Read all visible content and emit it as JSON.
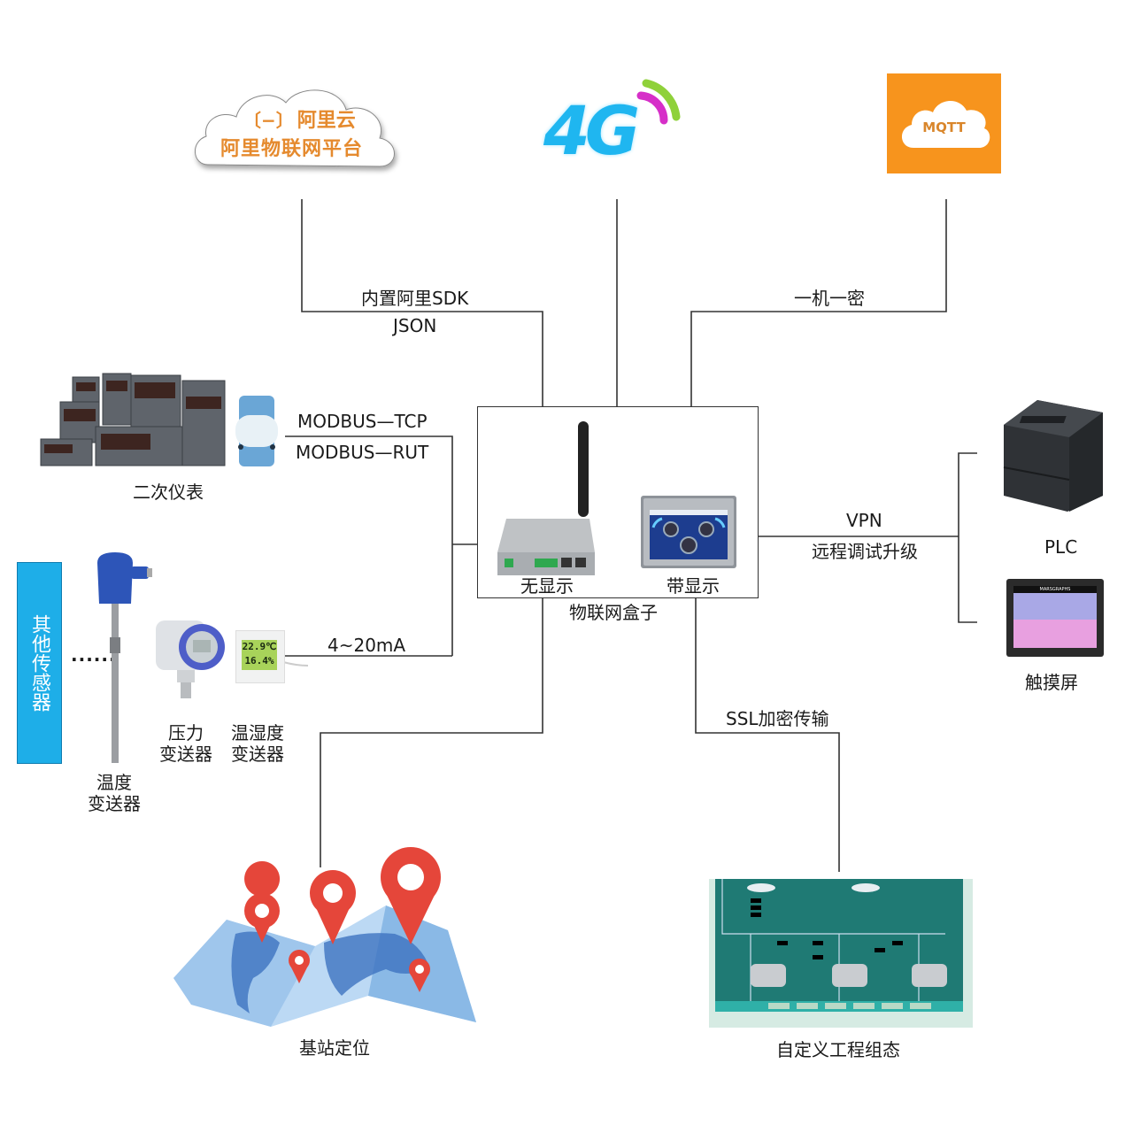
{
  "title": "物联网盒子系统拓扑图",
  "top_services": {
    "aliyun": {
      "brand": "阿里云",
      "brand_icon": "aliyun-bracket-logo",
      "platform": "阿里物联网平台"
    },
    "network": {
      "label": "4G",
      "icon": "4g-signal-icon"
    },
    "mqtt": {
      "label": "MQTT",
      "icon": "mqtt-cloud-icon"
    }
  },
  "connections": {
    "aliyun_link": [
      "内置阿里SDK",
      "JSON"
    ],
    "mqtt_link": [
      "一机一密"
    ],
    "instrument_link": [
      "MODBUS—TCP",
      "MODBUS—RUT"
    ],
    "sensor_link": [
      "4~20mA"
    ],
    "vpn_link": [
      "VPN",
      "远程调试升级"
    ],
    "ssl_link": [
      "SSL加密传输"
    ]
  },
  "hub": {
    "name": "物联网盒子",
    "variants": [
      {
        "label": "无显示",
        "icon": "router-box-icon"
      },
      {
        "label": "带显示",
        "icon": "hmi-display-icon"
      }
    ]
  },
  "left_devices": {
    "instruments": {
      "label": "二次仪表",
      "icon": "panel-meter-icon"
    },
    "other_sensors": {
      "label": "其他传感器"
    },
    "ellipsis": "......",
    "sensors": [
      {
        "label_lines": [
          "温度",
          "变送器"
        ],
        "icon": "temperature-transmitter-icon"
      },
      {
        "label_lines": [
          "压力",
          "变送器"
        ],
        "icon": "pressure-transmitter-icon"
      },
      {
        "label_lines": [
          "温湿度",
          "变送器"
        ],
        "icon": "humidity-transmitter-icon",
        "display": [
          "22.9℃",
          "16.4%"
        ]
      }
    ]
  },
  "right_devices": [
    {
      "label": "PLC",
      "icon": "plc-icon"
    },
    {
      "label": "触摸屏",
      "icon": "touchscreen-icon",
      "screen_title": "MARSGRAPHS"
    }
  ],
  "bottom_items": [
    {
      "label": "基站定位",
      "icon": "map-pins-icon"
    },
    {
      "label": "自定义工程组态",
      "icon": "scada-screen-icon"
    }
  ],
  "colors": {
    "line": "#333333",
    "aliyun_orange": "#e58a2e",
    "network_blue": "#1fb6f0",
    "signal_magenta": "#d62fc8",
    "signal_green": "#8fd13a",
    "mqtt_orange": "#f7941d",
    "sidebar_blue": "#1eaee8",
    "pin_red": "#e5463a",
    "map_blue": "#6aa7dc",
    "scada_teal": "#1f7a74"
  }
}
